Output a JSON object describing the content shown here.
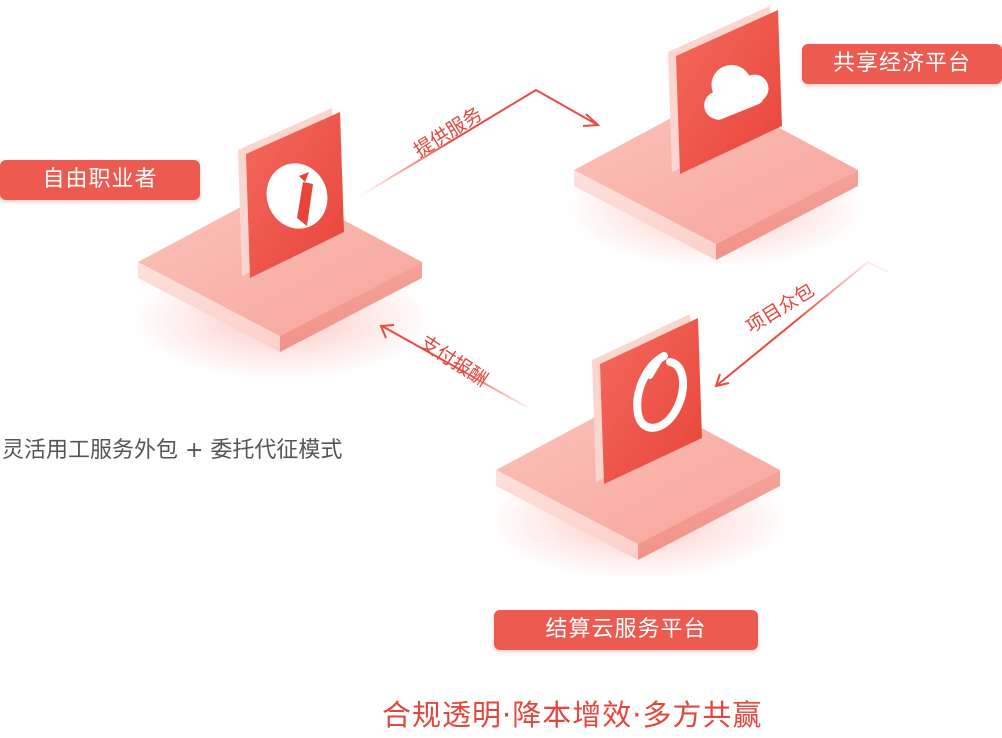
{
  "nodes": {
    "freelancer": "自由职业者",
    "sharing_platform": "共享经济平台",
    "settlement_platform": "结算云服务平台"
  },
  "edges": {
    "provide_service": "提供服务",
    "project_crowdsourcing": "项目众包",
    "pay_remuneration": "支付报酬"
  },
  "mode_text": "灵活用工服务外包 + 委托代征模式",
  "slogan": "合规透明·降本增效·多方共赢",
  "colors": {
    "accent": "#ec5a50",
    "text_red": "#e2463c",
    "platform": "#f9b6ae",
    "text_gray": "#555555"
  },
  "icons": {
    "freelancer": "tie-icon",
    "sharing_platform": "cloud-icon",
    "settlement_platform": "brand-logo-icon"
  }
}
